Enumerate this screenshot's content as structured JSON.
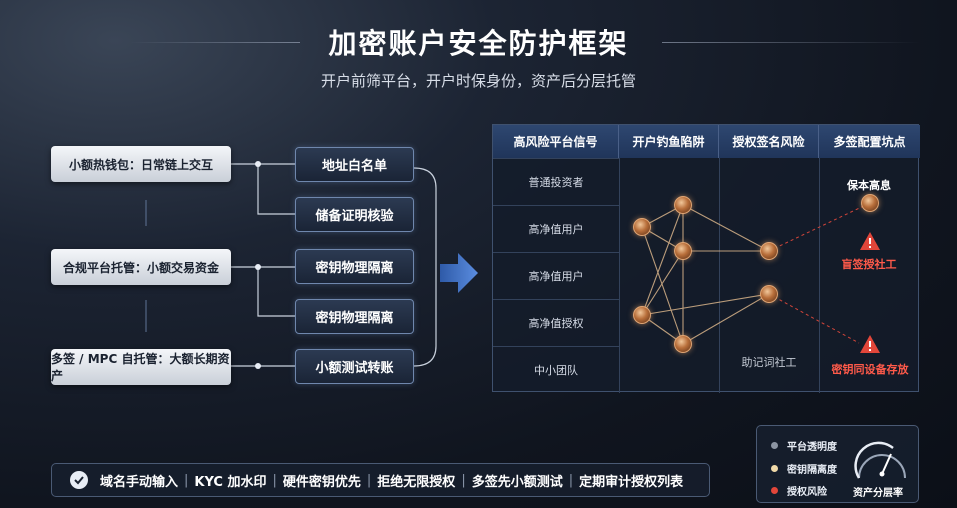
{
  "header": {
    "title": "加密账户安全防护框架",
    "subtitle": "开户前筛平台，开户时保身份，资产后分层托管"
  },
  "sources": [
    {
      "label": "小额热钱包：日常链上交互"
    },
    {
      "label": "合规平台托管：小额交易资金"
    },
    {
      "label": "多签 / MPC 自托管：大额长期资产"
    }
  ],
  "measures": [
    {
      "label": "地址白名单"
    },
    {
      "label": "储备证明核验"
    },
    {
      "label": "密钥物理隔离"
    },
    {
      "label": "密钥物理隔离"
    },
    {
      "label": "小额测试转账"
    }
  ],
  "table": {
    "headers": [
      "高风险平台信号",
      "开户钓鱼陷阱",
      "授权签名风险",
      "多签配置坑点"
    ],
    "rows": [
      "普通投资者",
      "高净值用户",
      "高净值用户",
      "高净值授权",
      "中小团队"
    ],
    "annotations": {
      "baoben": "保本高息",
      "mangqian": "盲签授社工",
      "zhuji": "助记词社工",
      "tongshebei": "密钥同设备存放"
    }
  },
  "bottom_bar": {
    "items": [
      "域名手动输入",
      "KYC 加水印",
      "硬件密钥优先",
      "拒绝无限授权",
      "多签先小额测试",
      "定期审计授权列表"
    ]
  },
  "legend": {
    "items": [
      {
        "label": "平台透明度",
        "color": "#8c95a3"
      },
      {
        "label": "密钥隔离度",
        "color": "#f0d9a8"
      },
      {
        "label": "授权风险",
        "color": "#e2463a"
      }
    ],
    "gauge_label": "资产分层率"
  },
  "colors": {
    "node": "#c27a45",
    "link": "#d9b48a",
    "risk_link": "#d2453a",
    "accent_blue": "#3f6fc2"
  }
}
